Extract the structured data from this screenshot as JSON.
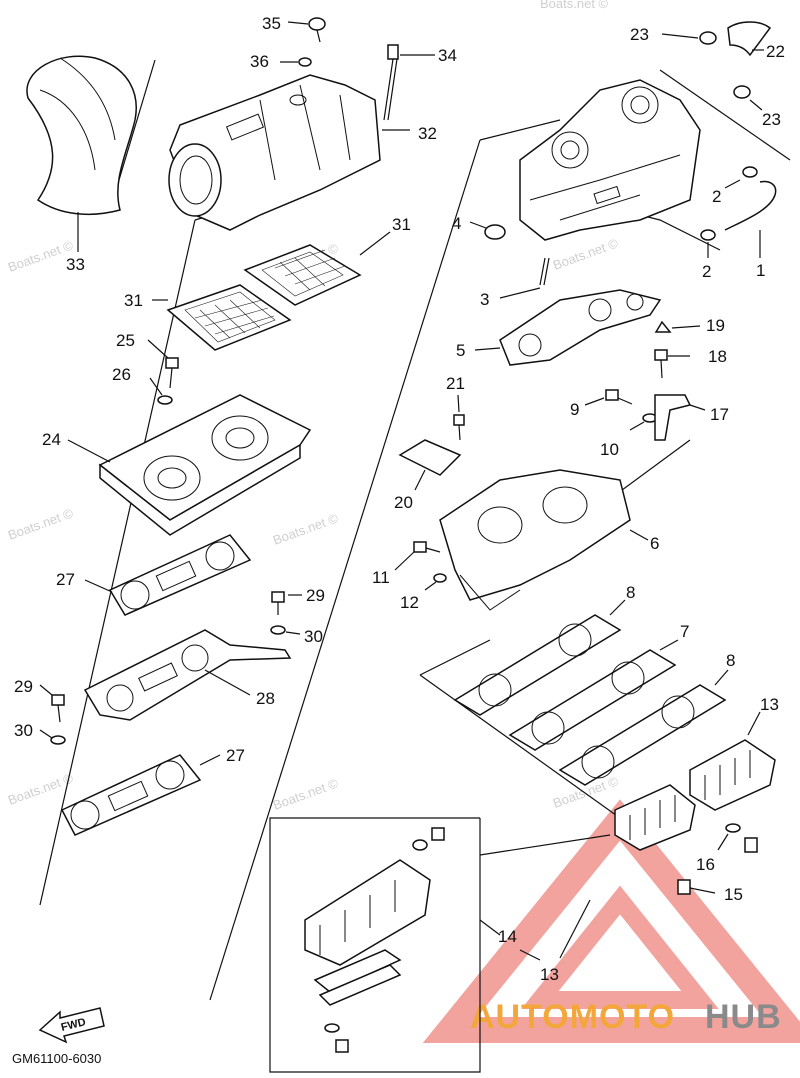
{
  "diagram_code": "GM61100-6030",
  "fwd_label": "FWD",
  "watermark_text": "Boats.net ©",
  "brand": {
    "part1": "AUTOMOTO",
    "part2": "HUB",
    "color1": "#f3a73b",
    "color2": "#8a8a8a",
    "triangle_color": "#e8574e"
  },
  "callouts": [
    {
      "id": "c1",
      "label": "1"
    },
    {
      "id": "c2a",
      "label": "2"
    },
    {
      "id": "c2b",
      "label": "2"
    },
    {
      "id": "c3",
      "label": "3"
    },
    {
      "id": "c4",
      "label": "4"
    },
    {
      "id": "c5",
      "label": "5"
    },
    {
      "id": "c6",
      "label": "6"
    },
    {
      "id": "c7",
      "label": "7"
    },
    {
      "id": "c8a",
      "label": "8"
    },
    {
      "id": "c8b",
      "label": "8"
    },
    {
      "id": "c9",
      "label": "9"
    },
    {
      "id": "c10",
      "label": "10"
    },
    {
      "id": "c11",
      "label": "11"
    },
    {
      "id": "c12",
      "label": "12"
    },
    {
      "id": "c13a",
      "label": "13"
    },
    {
      "id": "c13b",
      "label": "13"
    },
    {
      "id": "c14",
      "label": "14"
    },
    {
      "id": "c15",
      "label": "15"
    },
    {
      "id": "c16",
      "label": "16"
    },
    {
      "id": "c17",
      "label": "17"
    },
    {
      "id": "c18",
      "label": "18"
    },
    {
      "id": "c19",
      "label": "19"
    },
    {
      "id": "c20",
      "label": "20"
    },
    {
      "id": "c21",
      "label": "21"
    },
    {
      "id": "c22",
      "label": "22"
    },
    {
      "id": "c23a",
      "label": "23"
    },
    {
      "id": "c23b",
      "label": "23"
    },
    {
      "id": "c24",
      "label": "24"
    },
    {
      "id": "c25",
      "label": "25"
    },
    {
      "id": "c26",
      "label": "26"
    },
    {
      "id": "c27a",
      "label": "27"
    },
    {
      "id": "c27b",
      "label": "27"
    },
    {
      "id": "c28",
      "label": "28"
    },
    {
      "id": "c29a",
      "label": "29"
    },
    {
      "id": "c29b",
      "label": "29"
    },
    {
      "id": "c30a",
      "label": "30"
    },
    {
      "id": "c30b",
      "label": "30"
    },
    {
      "id": "c31a",
      "label": "31"
    },
    {
      "id": "c31b",
      "label": "31"
    },
    {
      "id": "c32",
      "label": "32"
    },
    {
      "id": "c33",
      "label": "33"
    },
    {
      "id": "c34",
      "label": "34"
    },
    {
      "id": "c35",
      "label": "35"
    },
    {
      "id": "c36",
      "label": "36"
    }
  ]
}
